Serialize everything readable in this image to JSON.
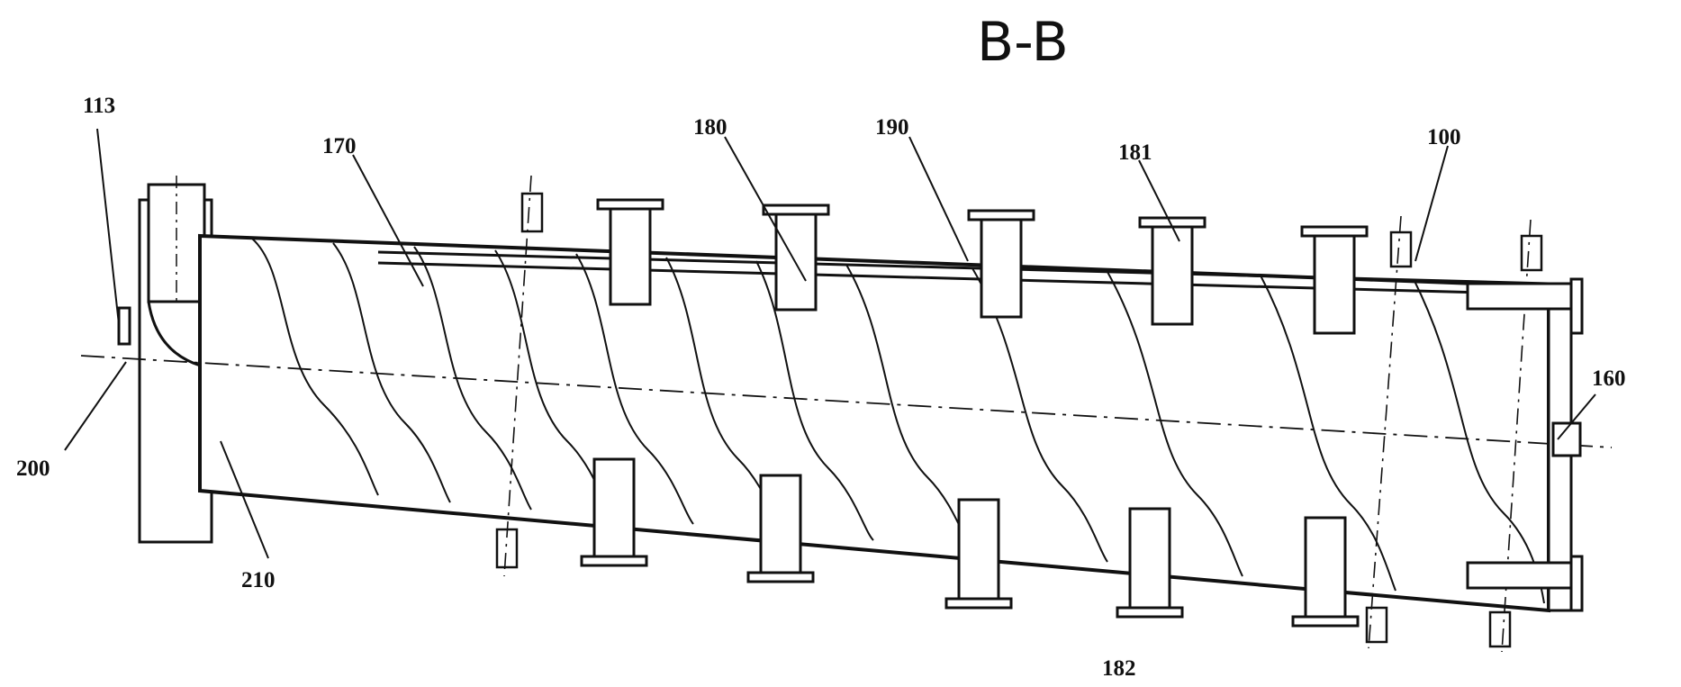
{
  "figure": {
    "section_title": "B-B",
    "labels": {
      "l113": "113",
      "l170": "170",
      "l180": "180",
      "l190": "190",
      "l181": "181",
      "l100": "100",
      "l160": "160",
      "l200": "200",
      "l210": "210",
      "l182": "182"
    }
  }
}
